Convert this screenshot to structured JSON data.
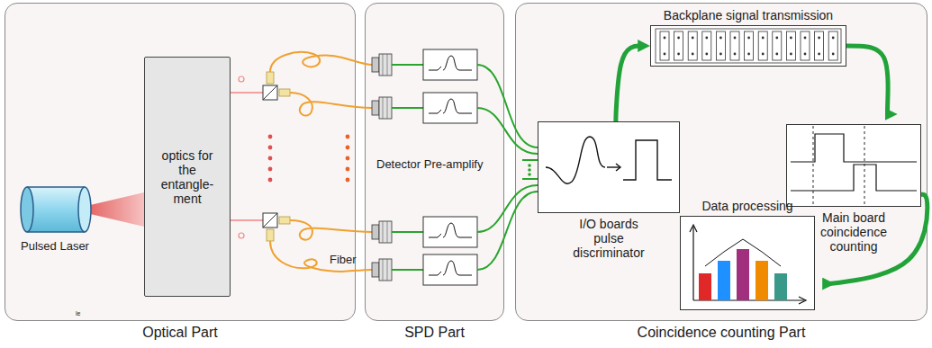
{
  "diagram": {
    "nodes": [
      {
        "text": [
          "Optical Part"
        ]
      },
      {
        "text": [
          "SPD Part"
        ]
      },
      {
        "text": [
          "Coincidence counting Part"
        ]
      },
      {
        "text": [
          "Pulsed Laser"
        ],
        "in": 0
      },
      {
        "text": [
          "optics for the entangle- ment"
        ],
        "in": 0
      },
      {
        "text": [
          "Backplane signal transmission"
        ],
        "in": 2
      },
      {
        "text": [
          "I/O boards pulse discriminator"
        ],
        "in": 2
      },
      {
        "text": [
          "Main board coincidence counting"
        ],
        "in": 2
      },
      {
        "text": [
          "Data processing"
        ],
        "in": 2
      }
    ],
    "edges": [
      {
        "from": 6,
        "to": 5,
        "arrow": "to"
      },
      {
        "from": 5,
        "to": 7,
        "arrow": "to"
      },
      {
        "from": 7,
        "to": 8,
        "arrow": "to"
      }
    ],
    "labels": [
      "Fiber",
      "le",
      "Detector Pre-amplify"
    ]
  }
}
